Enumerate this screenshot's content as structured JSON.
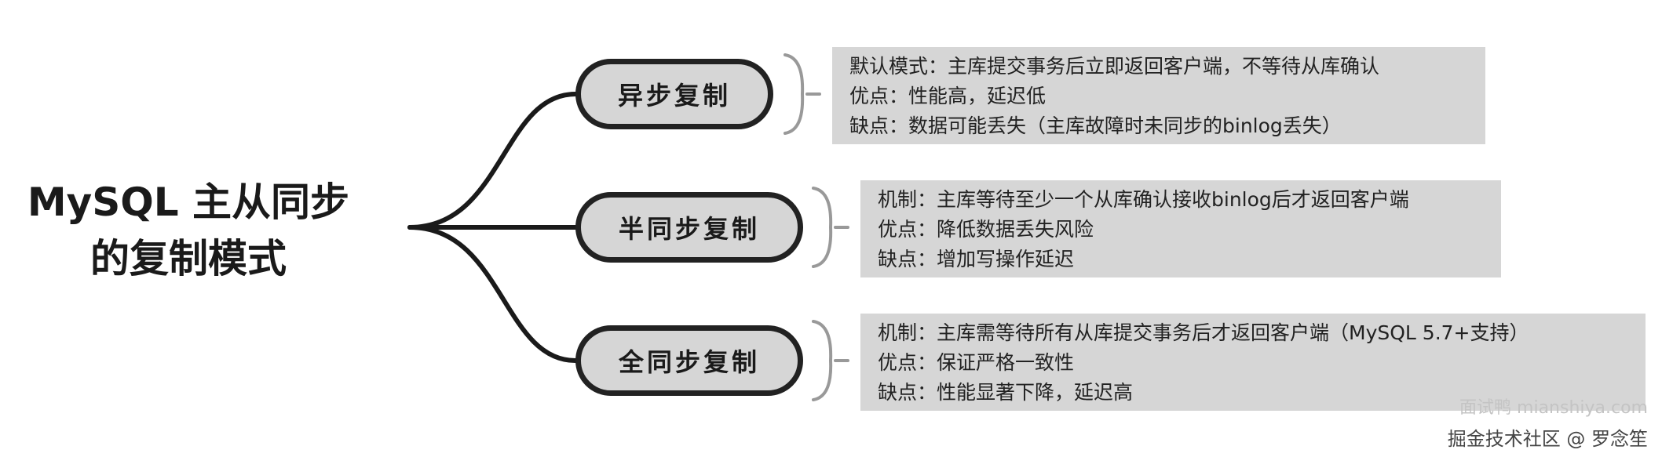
{
  "root": {
    "line1": "MySQL 主从同步",
    "line2": "的复制模式"
  },
  "modes": [
    {
      "label": "异步复制",
      "details": [
        "默认模式：主库提交事务后立即返回客户端，不等待从库确认",
        "优点：性能高，延迟低",
        "缺点：数据可能丢失（主库故障时未同步的binlog丢失）"
      ]
    },
    {
      "label": "半同步复制",
      "details": [
        "机制：主库等待至少一个从库确认接收binlog后才返回客户端",
        "优点：降低数据丢失风险",
        "缺点：增加写操作延迟"
      ]
    },
    {
      "label": "全同步复制",
      "details": [
        "机制：主库需等待所有从库提交事务后才返回客户端（MySQL 5.7+支持）",
        "优点：保证严格一致性",
        "缺点：性能显著下降，延迟高"
      ]
    }
  ],
  "watermark": {
    "text": "掘金技术社区 @ 罗念笙",
    "ghost": "面试鸭 mianshiya.com"
  },
  "colors": {
    "node_fill": "#d6d6d6",
    "node_border": "#222222",
    "detail_fill": "#d6d6d6",
    "connector": "#1a1a1a",
    "brace": "#999999"
  }
}
